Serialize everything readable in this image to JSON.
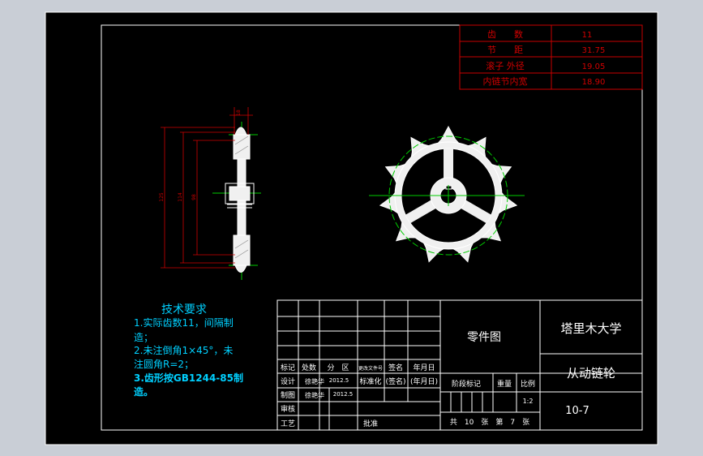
{
  "colors": {
    "viewport_bg": "#c9ced6",
    "paper_bg": "#000000",
    "frame": "#ffffff",
    "table_line": "#c80000",
    "table_text": "#d00000",
    "part_line": "#ffffff",
    "part_fill": "#f0f0f0",
    "centerline": "#00cc00",
    "dimension": "#d00000",
    "notes_text": "#00d0ff",
    "title_text": "#ffffff"
  },
  "param_table": [
    {
      "label": "齿　　数",
      "value": "11"
    },
    {
      "label": "节　　距",
      "value": "31.75"
    },
    {
      "label": "滚子 外径",
      "value": "19.05"
    },
    {
      "label": "内链节内宽",
      "value": "18.90"
    }
  ],
  "dimensions": {
    "width_top": "18",
    "dia_outer": "125",
    "dia_mid": "114",
    "dia_inner": "98"
  },
  "notes": {
    "title": "技术要求",
    "line1a": "1.实际齿数11，间隔制",
    "line1b": "造；",
    "line2a": "2.未注倒角1×45°，未",
    "line2b": "注圆角R=2；",
    "line3a": "3.齿形按GB1244-85制",
    "line3b": "造。"
  },
  "title_block": {
    "part_drawing": "零件图",
    "university": "塔里木大学",
    "part_name": "从动链轮",
    "drawing_no": "10-7",
    "rev_row": [
      "标记",
      "处数",
      "分　区",
      "更改文件号",
      "签名",
      "年月日"
    ],
    "design_label": "设计",
    "design_name": "徐艳华",
    "design_date": "2012.5",
    "standard_label": "标准化",
    "standard_sign": "(签名)",
    "standard_date": "(年月日)",
    "draw_label": "制图",
    "draw_name": "徐艳华",
    "draw_date": "2012.5",
    "check_label": "审核",
    "process_label": "工艺",
    "approve_label": "批准",
    "stage_label": "阶段标记",
    "weight_label": "重量",
    "scale_label": "比例",
    "scale_value": "1:2",
    "sheets": "共　10　张　第　7　张"
  }
}
